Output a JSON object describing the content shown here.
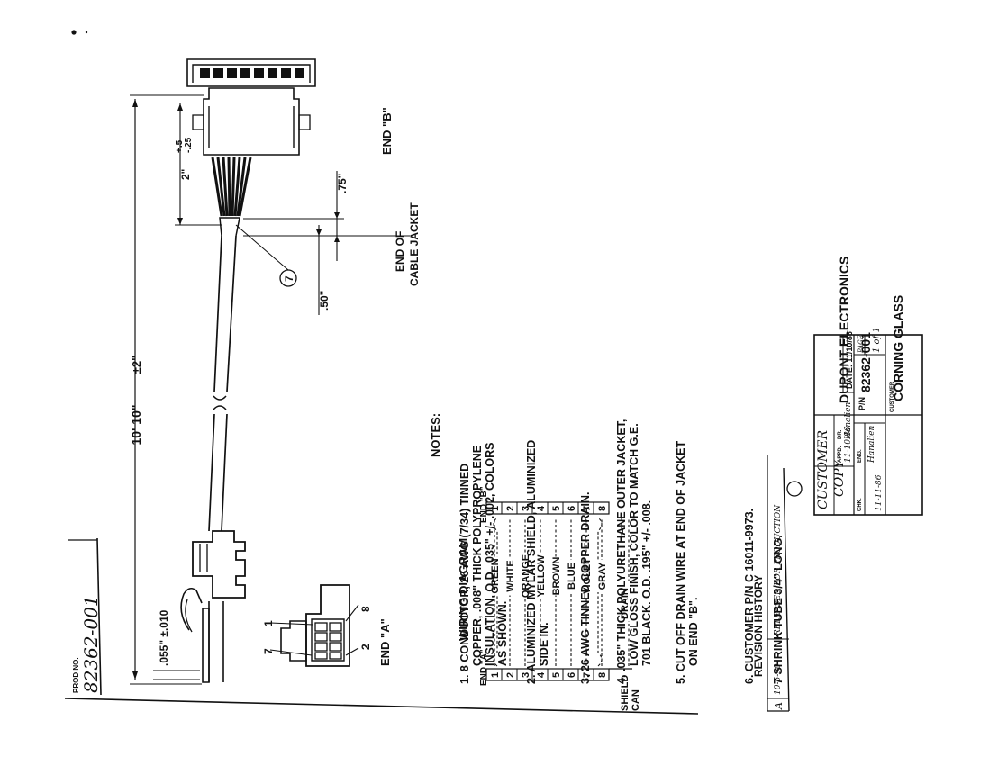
{
  "prod_block": {
    "label": "PROD NO.",
    "number": "82362-001"
  },
  "dimensions": {
    "overall_length": "10' 10\"",
    "overall_tolerance": "±2\"",
    "wire_dia": ".055\" ±.010",
    "breakout_len": "2\"",
    "breakout_tol_plus": "+.5",
    "breakout_tol_minus": "-.25",
    "jacket_len": ".75\"",
    "shrink_len": ".50\""
  },
  "labels": {
    "end_a": "END \"A\"",
    "end_b": "END \"B\"",
    "cable_jacket_1": "END OF",
    "cable_jacket_2": "CABLE JACKET",
    "callout_7": "7",
    "pin_7": "7",
    "pin_1": "1",
    "pin_8": "8",
    "pin_2": "2"
  },
  "wiring": {
    "title": "WIRING DIAGRAM",
    "end_a_label": "END \"A\"",
    "end_b_label": "END \"B\"",
    "rows": [
      {
        "pin_a": "1",
        "color": "GREEN",
        "pin_b": "1"
      },
      {
        "pin_a": "2",
        "color": "WHITE",
        "pin_b": "2"
      },
      {
        "pin_a": "3",
        "color": "ORANGE",
        "pin_b": "3"
      },
      {
        "pin_a": "4",
        "color": "YELLOW",
        "pin_b": "4"
      },
      {
        "pin_a": "5",
        "color": "BROWN",
        "pin_b": "5"
      },
      {
        "pin_a": "6",
        "color": "BLUE",
        "pin_b": "6"
      },
      {
        "pin_a": "7",
        "color": "VIOLET",
        "pin_b": "7"
      },
      {
        "pin_a": "8",
        "color": "GRAY",
        "pin_b": "8"
      }
    ],
    "drain": "DRAIN",
    "shield_1": "SHIELD",
    "shield_2": "CAN"
  },
  "notes": {
    "heading": "NOTES:",
    "items": [
      [
        "1.  8 CONDUCTOR, 26 AWG (7/34) TINNED",
        "COPPER, .008\" THICK POLYPROPYLENE",
        "INSULATION, O.D. .035\" +/- .002, COLORS",
        "AS SHOWN."
      ],
      [
        "2.  ALUMINIZED MYLAR SHIELD, ALUMINIZED",
        "SIDE IN."
      ],
      [
        "3.  26 AWG TINNED COPPER DRAIN."
      ],
      [
        "4.  .035\" THICK POLYURETHANE OUTER JACKET,",
        "LOW GLOSS FINISH, COLOR TO MATCH G.E.",
        "701 BLACK. O.D. .195\" +/- .008."
      ],
      [
        "5.  CUT OFF DRAIN WIRE AT END OF JACKET",
        "ON END \"B\"."
      ],
      [
        "6. CUSTOMER P/N  C 16011-9973."
      ],
      [
        "7  SHRINK TUBE 3/4\" LONG."
      ]
    ]
  },
  "revision": {
    "title": "REVISION HISTORY",
    "letter": "A",
    "date": "10-5-90",
    "desc": "RELEASED FOR PRODUCTION"
  },
  "title_block": {
    "copy_1": "CUSTOMER",
    "copy_2": "COPY",
    "appd": "APPD.",
    "appd_date": "11-10-86",
    "dr": "DR.",
    "dr_sig": "Hanalien",
    "chk": "CHK.",
    "chk_date": "11-11-86",
    "eng": "ENG.",
    "eng_sig": "Hanalien",
    "company": "DUPONT ELECTRONICS",
    "date": "DATE: 11/10/86",
    "pn_label": "P/N",
    "pn": "82362-001",
    "page_label": "PAGE",
    "page": "1 of 1",
    "customer_label": "CUSTOMER",
    "customer": "CORNING GLASS"
  }
}
